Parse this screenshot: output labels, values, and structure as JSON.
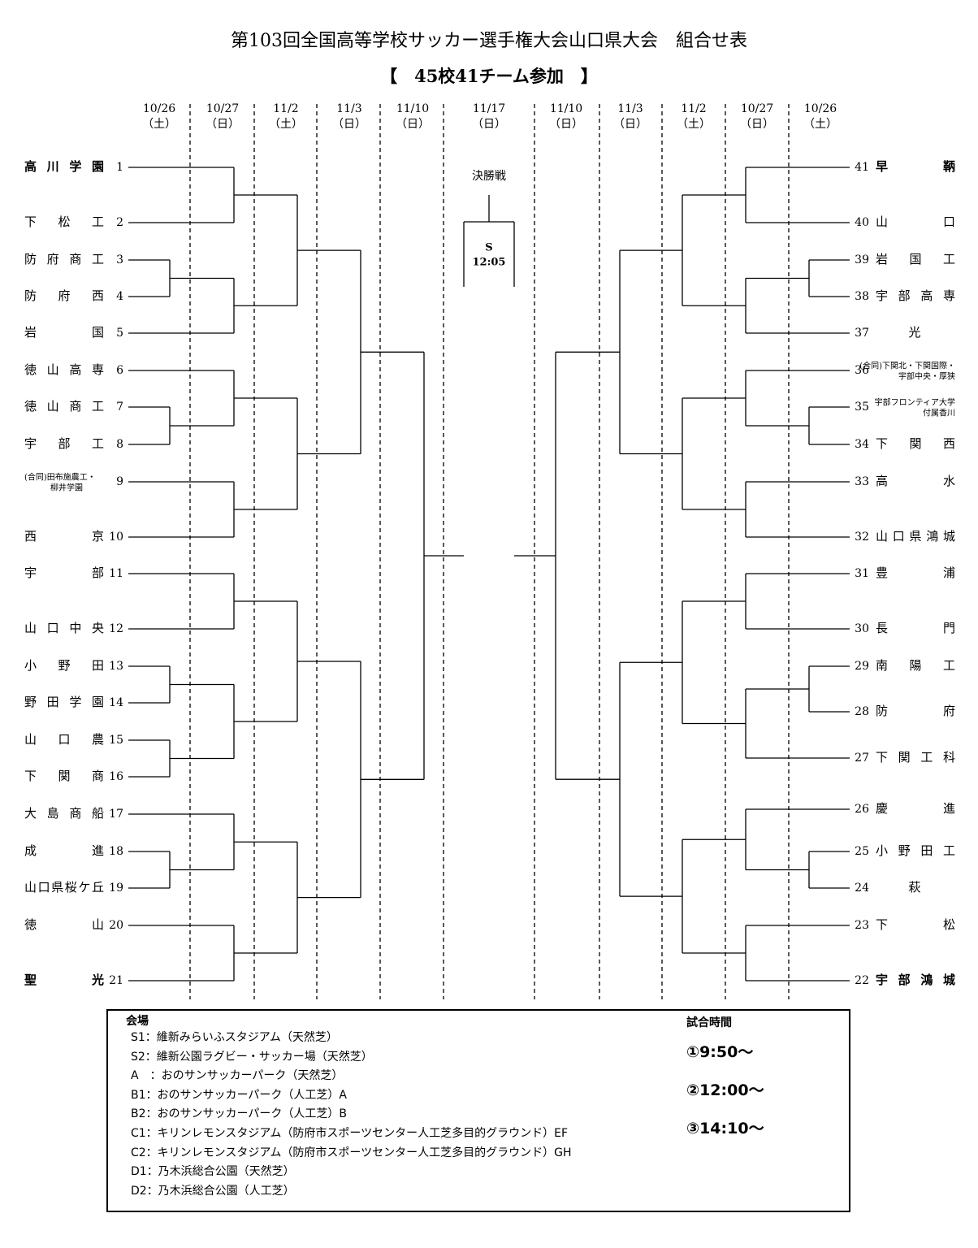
{
  "header": {
    "title": "第103回全国高等学校サッカー選手権大会山口県大会　組合せ表",
    "subtitle": "【　45校41チーム参加　】"
  },
  "rounds": {
    "left": [
      {
        "date": "10/26",
        "day": "（土）"
      },
      {
        "date": "10/27",
        "day": "（日）"
      },
      {
        "date": "11/2",
        "day": "（土）"
      },
      {
        "date": "11/3",
        "day": "（日）"
      },
      {
        "date": "11/10",
        "day": "（日）"
      }
    ],
    "final": {
      "date": "11/17",
      "day": "（日）"
    },
    "right": [
      {
        "date": "11/10",
        "day": "（日）"
      },
      {
        "date": "11/3",
        "day": "（日）"
      },
      {
        "date": "11/2",
        "day": "（土）"
      },
      {
        "date": "10/27",
        "day": "（日）"
      },
      {
        "date": "10/26",
        "day": "（土）"
      }
    ]
  },
  "final_match": {
    "label": "決勝戦",
    "venue": "S",
    "time": "12:05"
  },
  "teams_left": [
    {
      "num": "1",
      "name": "高川学園",
      "bold": true
    },
    {
      "num": "2",
      "name": "下松工"
    },
    {
      "num": "3",
      "name": "防府商工"
    },
    {
      "num": "4",
      "name": "防府西"
    },
    {
      "num": "5",
      "name": "岩国"
    },
    {
      "num": "6",
      "name": "徳山高専"
    },
    {
      "num": "7",
      "name": "徳山商工"
    },
    {
      "num": "8",
      "name": "宇部工"
    },
    {
      "num": "9",
      "name": "(合同)田布施農工・柳井学園",
      "line1": "(合同)田布施農工・",
      "line2": "柳井学園"
    },
    {
      "num": "10",
      "name": "西京"
    },
    {
      "num": "11",
      "name": "宇部"
    },
    {
      "num": "12",
      "name": "山口中央"
    },
    {
      "num": "13",
      "name": "小野田"
    },
    {
      "num": "14",
      "name": "野田学園"
    },
    {
      "num": "15",
      "name": "山口農"
    },
    {
      "num": "16",
      "name": "下関商"
    },
    {
      "num": "17",
      "name": "大島商船"
    },
    {
      "num": "18",
      "name": "成進"
    },
    {
      "num": "19",
      "name": "山口県桜ケ丘",
      "plain": true
    },
    {
      "num": "20",
      "name": "徳山"
    },
    {
      "num": "21",
      "name": "聖光",
      "bold": true
    }
  ],
  "teams_right": [
    {
      "num": "41",
      "name": "早鞆",
      "bold": true
    },
    {
      "num": "40",
      "name": "山口"
    },
    {
      "num": "39",
      "name": "岩国工"
    },
    {
      "num": "38",
      "name": "宇部高専"
    },
    {
      "num": "37",
      "name": "光"
    },
    {
      "num": "36",
      "name": "(合同)下関北・下関国際・宇部中央・厚狭",
      "line1": "(合同)下関北・下関国際・",
      "line2": "宇部中央・厚狭"
    },
    {
      "num": "35",
      "name": "宇部フロンティア大学付属香川",
      "line1": "宇部フロンティア大学",
      "line2": "付属香川"
    },
    {
      "num": "34",
      "name": "下関西"
    },
    {
      "num": "33",
      "name": "高水"
    },
    {
      "num": "32",
      "name": "山口県鴻城"
    },
    {
      "num": "31",
      "name": "豊浦"
    },
    {
      "num": "30",
      "name": "長門"
    },
    {
      "num": "29",
      "name": "南陽工"
    },
    {
      "num": "28",
      "name": "防府"
    },
    {
      "num": "27",
      "name": "下関工科"
    },
    {
      "num": "26",
      "name": "慶進"
    },
    {
      "num": "25",
      "name": "小野田工"
    },
    {
      "num": "24",
      "name": "萩"
    },
    {
      "num": "23",
      "name": "下松"
    },
    {
      "num": "22",
      "name": "宇部鴻城",
      "bold": true
    }
  ],
  "venues": {
    "title": "会場",
    "items": [
      "S1：維新みらいふスタジアム（天然芝）",
      "S2：維新公園ラグビー・サッカー場（天然芝）",
      "A　：おのサンサッカーパーク（天然芝）",
      "B1：おのサンサッカーパーク（人工芝）A",
      "B2：おのサンサッカーパーク（人工芝）B",
      "C1：キリンレモンスタジアム（防府市スポーツセンター人工芝多目的グラウンド）EF",
      "C2：キリンレモンスタジアム（防府市スポーツセンター人工芝多目的グラウンド）GH",
      "D1：乃木浜総合公園（天然芝）",
      "D2：乃木浜総合公園（人工芝）"
    ]
  },
  "match_times": {
    "title": "試合時間",
    "items": [
      "①9:50～",
      "②12:00～",
      "③14:10～"
    ]
  }
}
